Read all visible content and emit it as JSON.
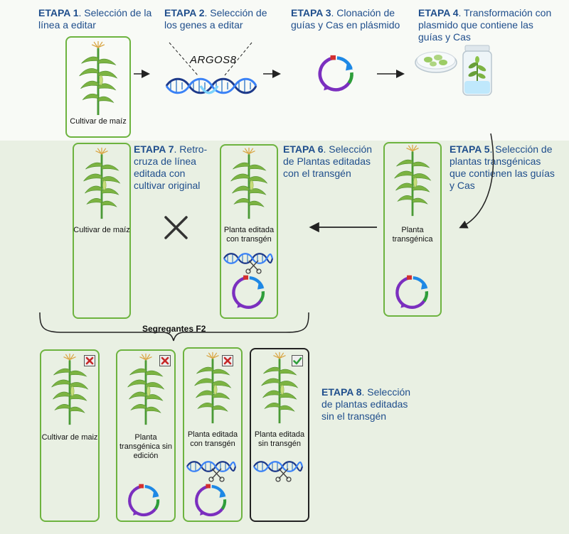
{
  "steps": {
    "s1": {
      "num": "ETAPA 1",
      "text": ". Selección de la línea a editar"
    },
    "s2": {
      "num": "ETAPA 2",
      "text": ". Selección de los genes a editar"
    },
    "s3": {
      "num": "ETAPA 3",
      "text": ". Clonación de guías y Cas en plásmido"
    },
    "s4": {
      "num": "ETAPA 4",
      "text": ". Transformación con plasmido que contiene las guías y Cas"
    },
    "s5": {
      "num": "ETAPA 5",
      "text": ". Selección de plantas transgénicas que contienen las guías y Cas"
    },
    "s6": {
      "num": "ETAPA 6",
      "text": ". Selección de Plantas editadas con el transgén"
    },
    "s7": {
      "num": "ETAPA 7",
      "text": ". Retro-cruza de línea editada con cultivar original"
    },
    "s8": {
      "num": "ETAPA 8",
      "text": ". Selección de plantas editadas sin el transgén"
    }
  },
  "gene": "ARGOS8",
  "captions": {
    "c1": "Cultivar de maíz",
    "c7": "Cultivar de maíz",
    "c6": "Planta editada con transgén",
    "c5": "Planta transgénica",
    "f1": "Cultivar de maiz",
    "f2": "Planta transgénica sin edición",
    "f3": "Planta editada con transgén",
    "f4": "Planta editada sin transgén"
  },
  "segregants": "Segregantes F2",
  "colors": {
    "step_blue": "#1f4e8c",
    "card_green": "#6db33f",
    "plasmid_purple": "#7b2fbf",
    "plasmid_blue": "#1e88e5",
    "plasmid_green": "#2e9e3a",
    "plasmid_red": "#d32f2f",
    "reject": "#c62828",
    "accept": "#2e9e3a"
  }
}
